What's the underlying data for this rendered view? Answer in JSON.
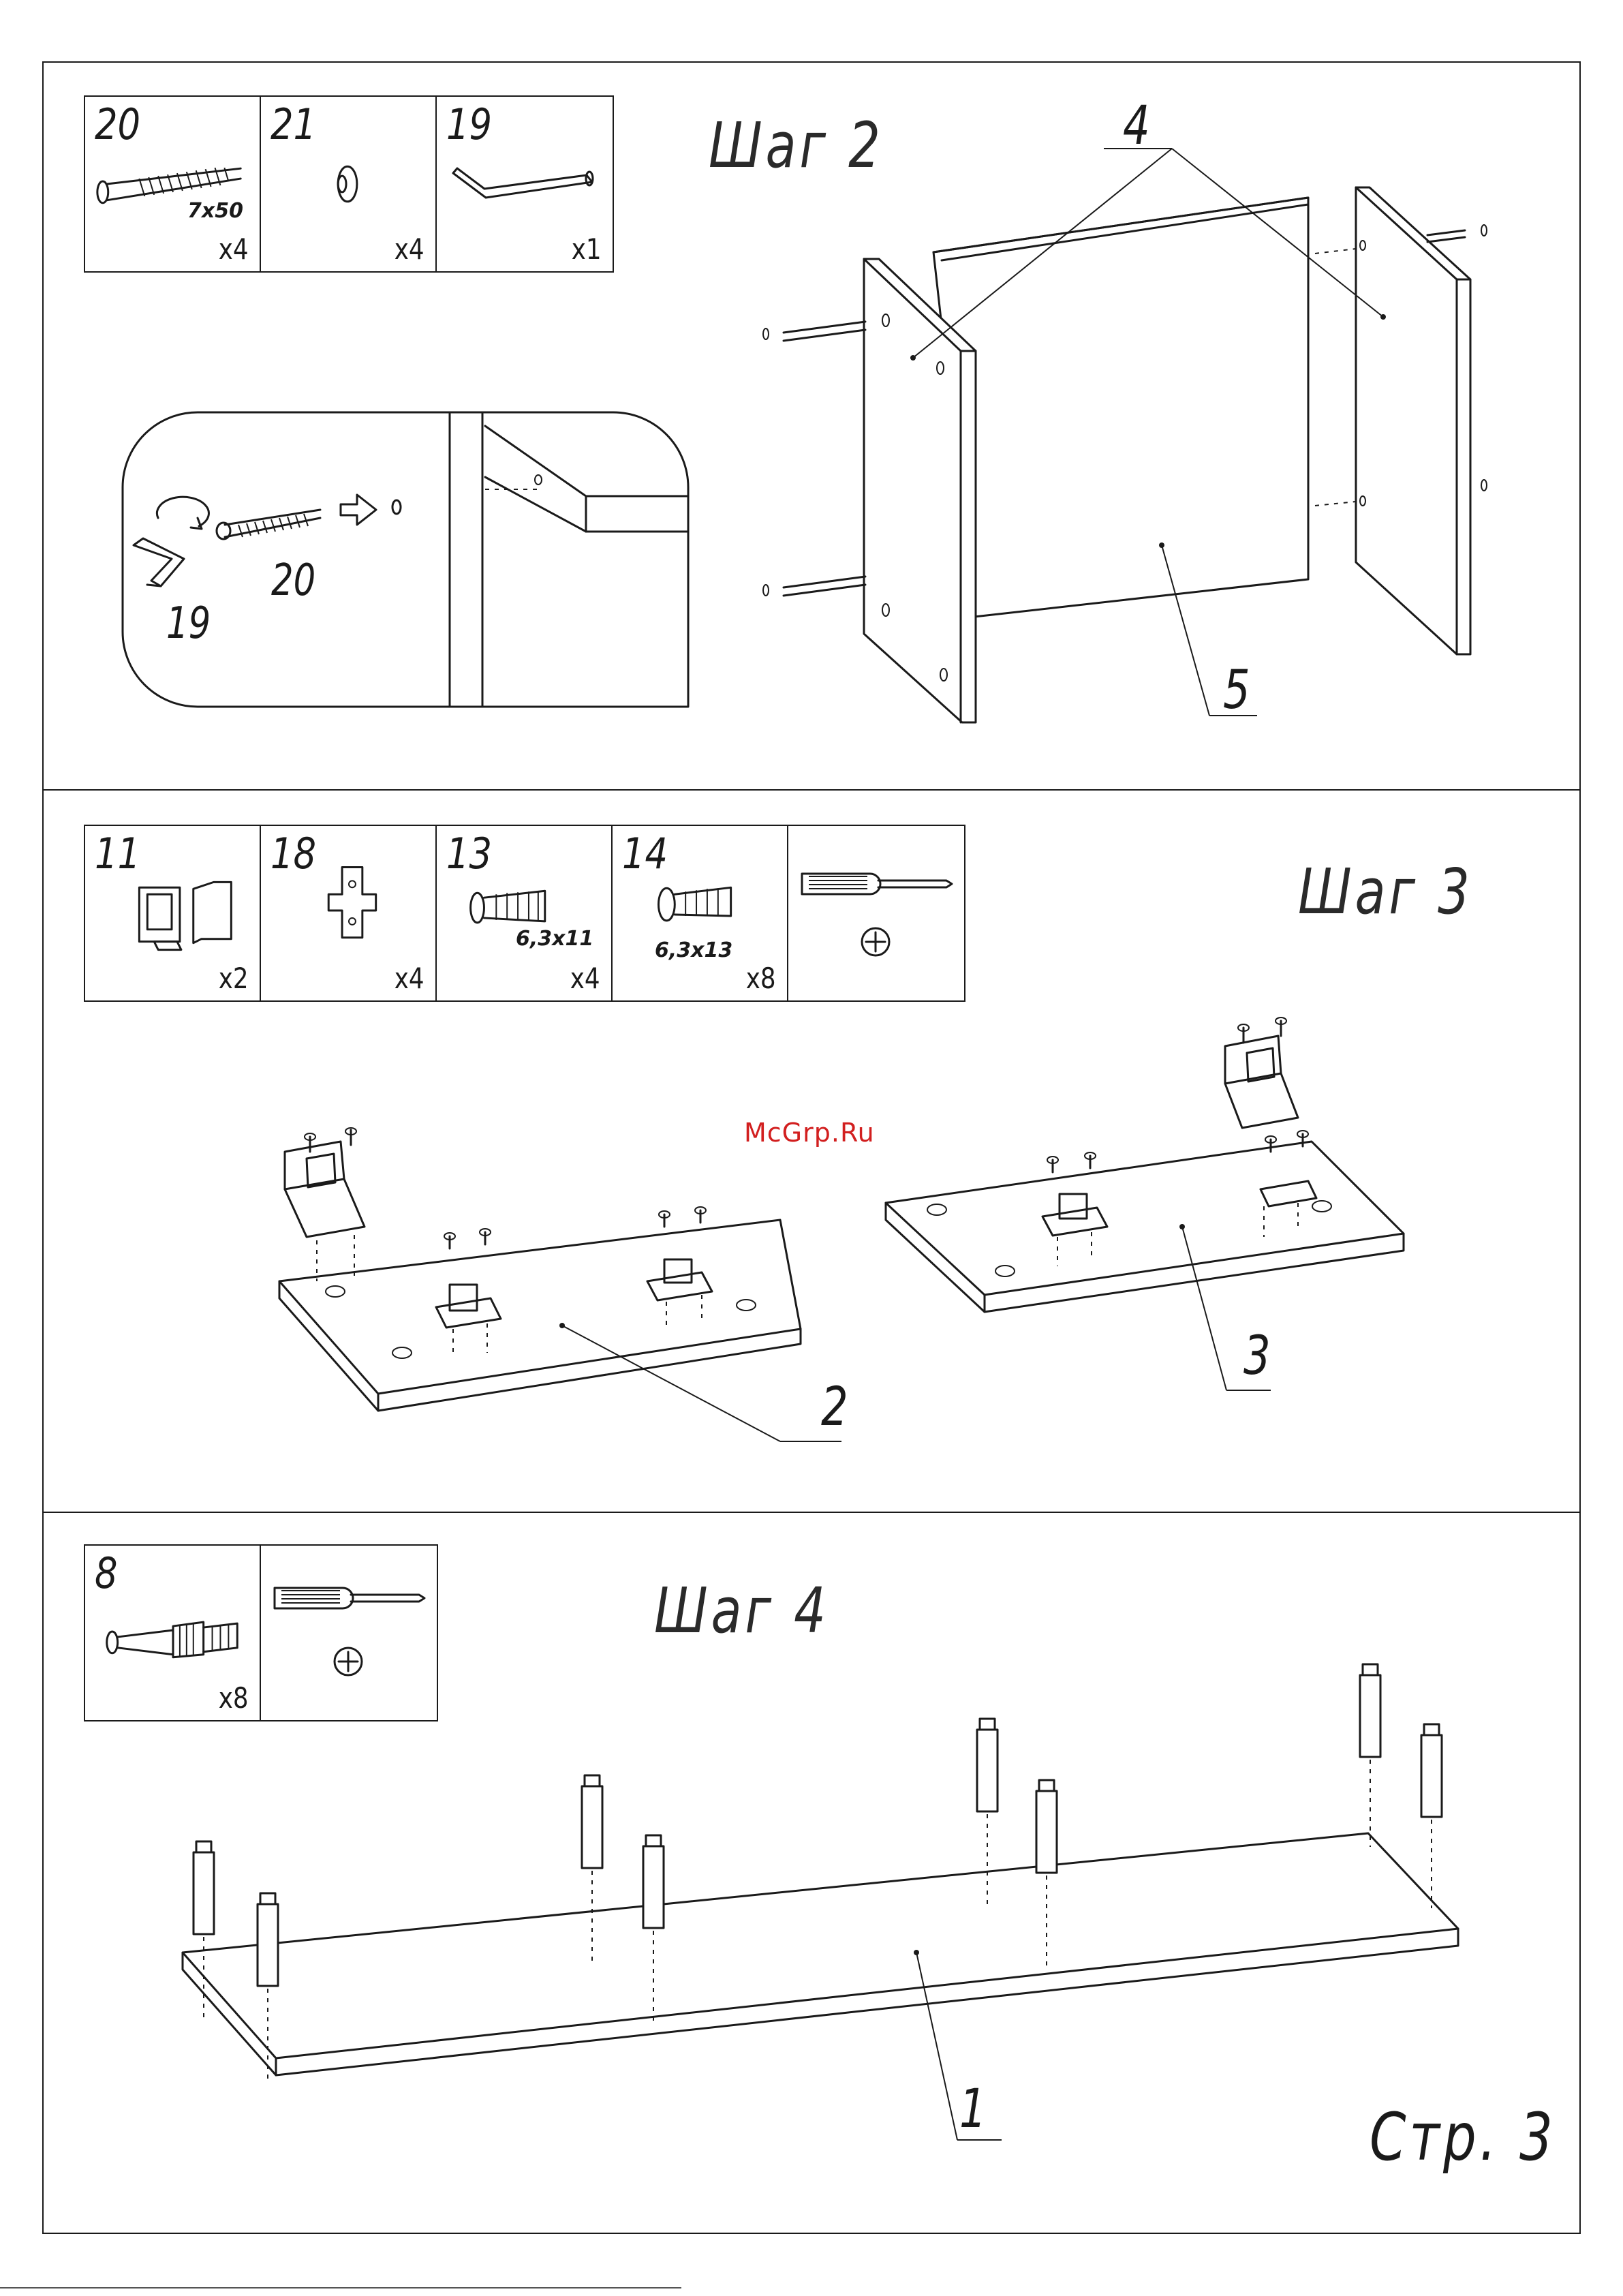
{
  "watermark": "McGrp.Ru",
  "page_number": "Стр. 3",
  "steps": [
    {
      "title": "Шаг 2",
      "parts": [
        {
          "num": "20",
          "size": "7x50",
          "qty": "x4",
          "icon": "screw-confirmat-icon"
        },
        {
          "num": "21",
          "size": "",
          "qty": "x4",
          "icon": "cap-plug-icon"
        },
        {
          "num": "19",
          "size": "",
          "qty": "x1",
          "icon": "hex-key-icon"
        }
      ],
      "detail_labels": [
        "20",
        "19"
      ],
      "callouts": [
        "4",
        "5"
      ]
    },
    {
      "title": "Шаг 3",
      "parts": [
        {
          "num": "11",
          "size": "",
          "qty": "x2",
          "icon": "bracket-icon"
        },
        {
          "num": "18",
          "size": "",
          "qty": "x4",
          "icon": "mounting-plate-icon"
        },
        {
          "num": "13",
          "size": "6,3x11",
          "qty": "x4",
          "icon": "euro-screw-icon"
        },
        {
          "num": "14",
          "size": "6,3x13",
          "qty": "x8",
          "icon": "euro-screw-icon"
        },
        {
          "num": "",
          "size": "",
          "qty": "",
          "icon": "phillips-screwdriver-icon"
        }
      ],
      "callouts": [
        "2",
        "3"
      ]
    },
    {
      "title": "Шаг 4",
      "parts": [
        {
          "num": "8",
          "size": "",
          "qty": "x8",
          "icon": "shelf-pin-icon"
        },
        {
          "num": "",
          "size": "",
          "qty": "",
          "icon": "phillips-screwdriver-icon"
        }
      ],
      "callouts": [
        "1"
      ]
    }
  ]
}
